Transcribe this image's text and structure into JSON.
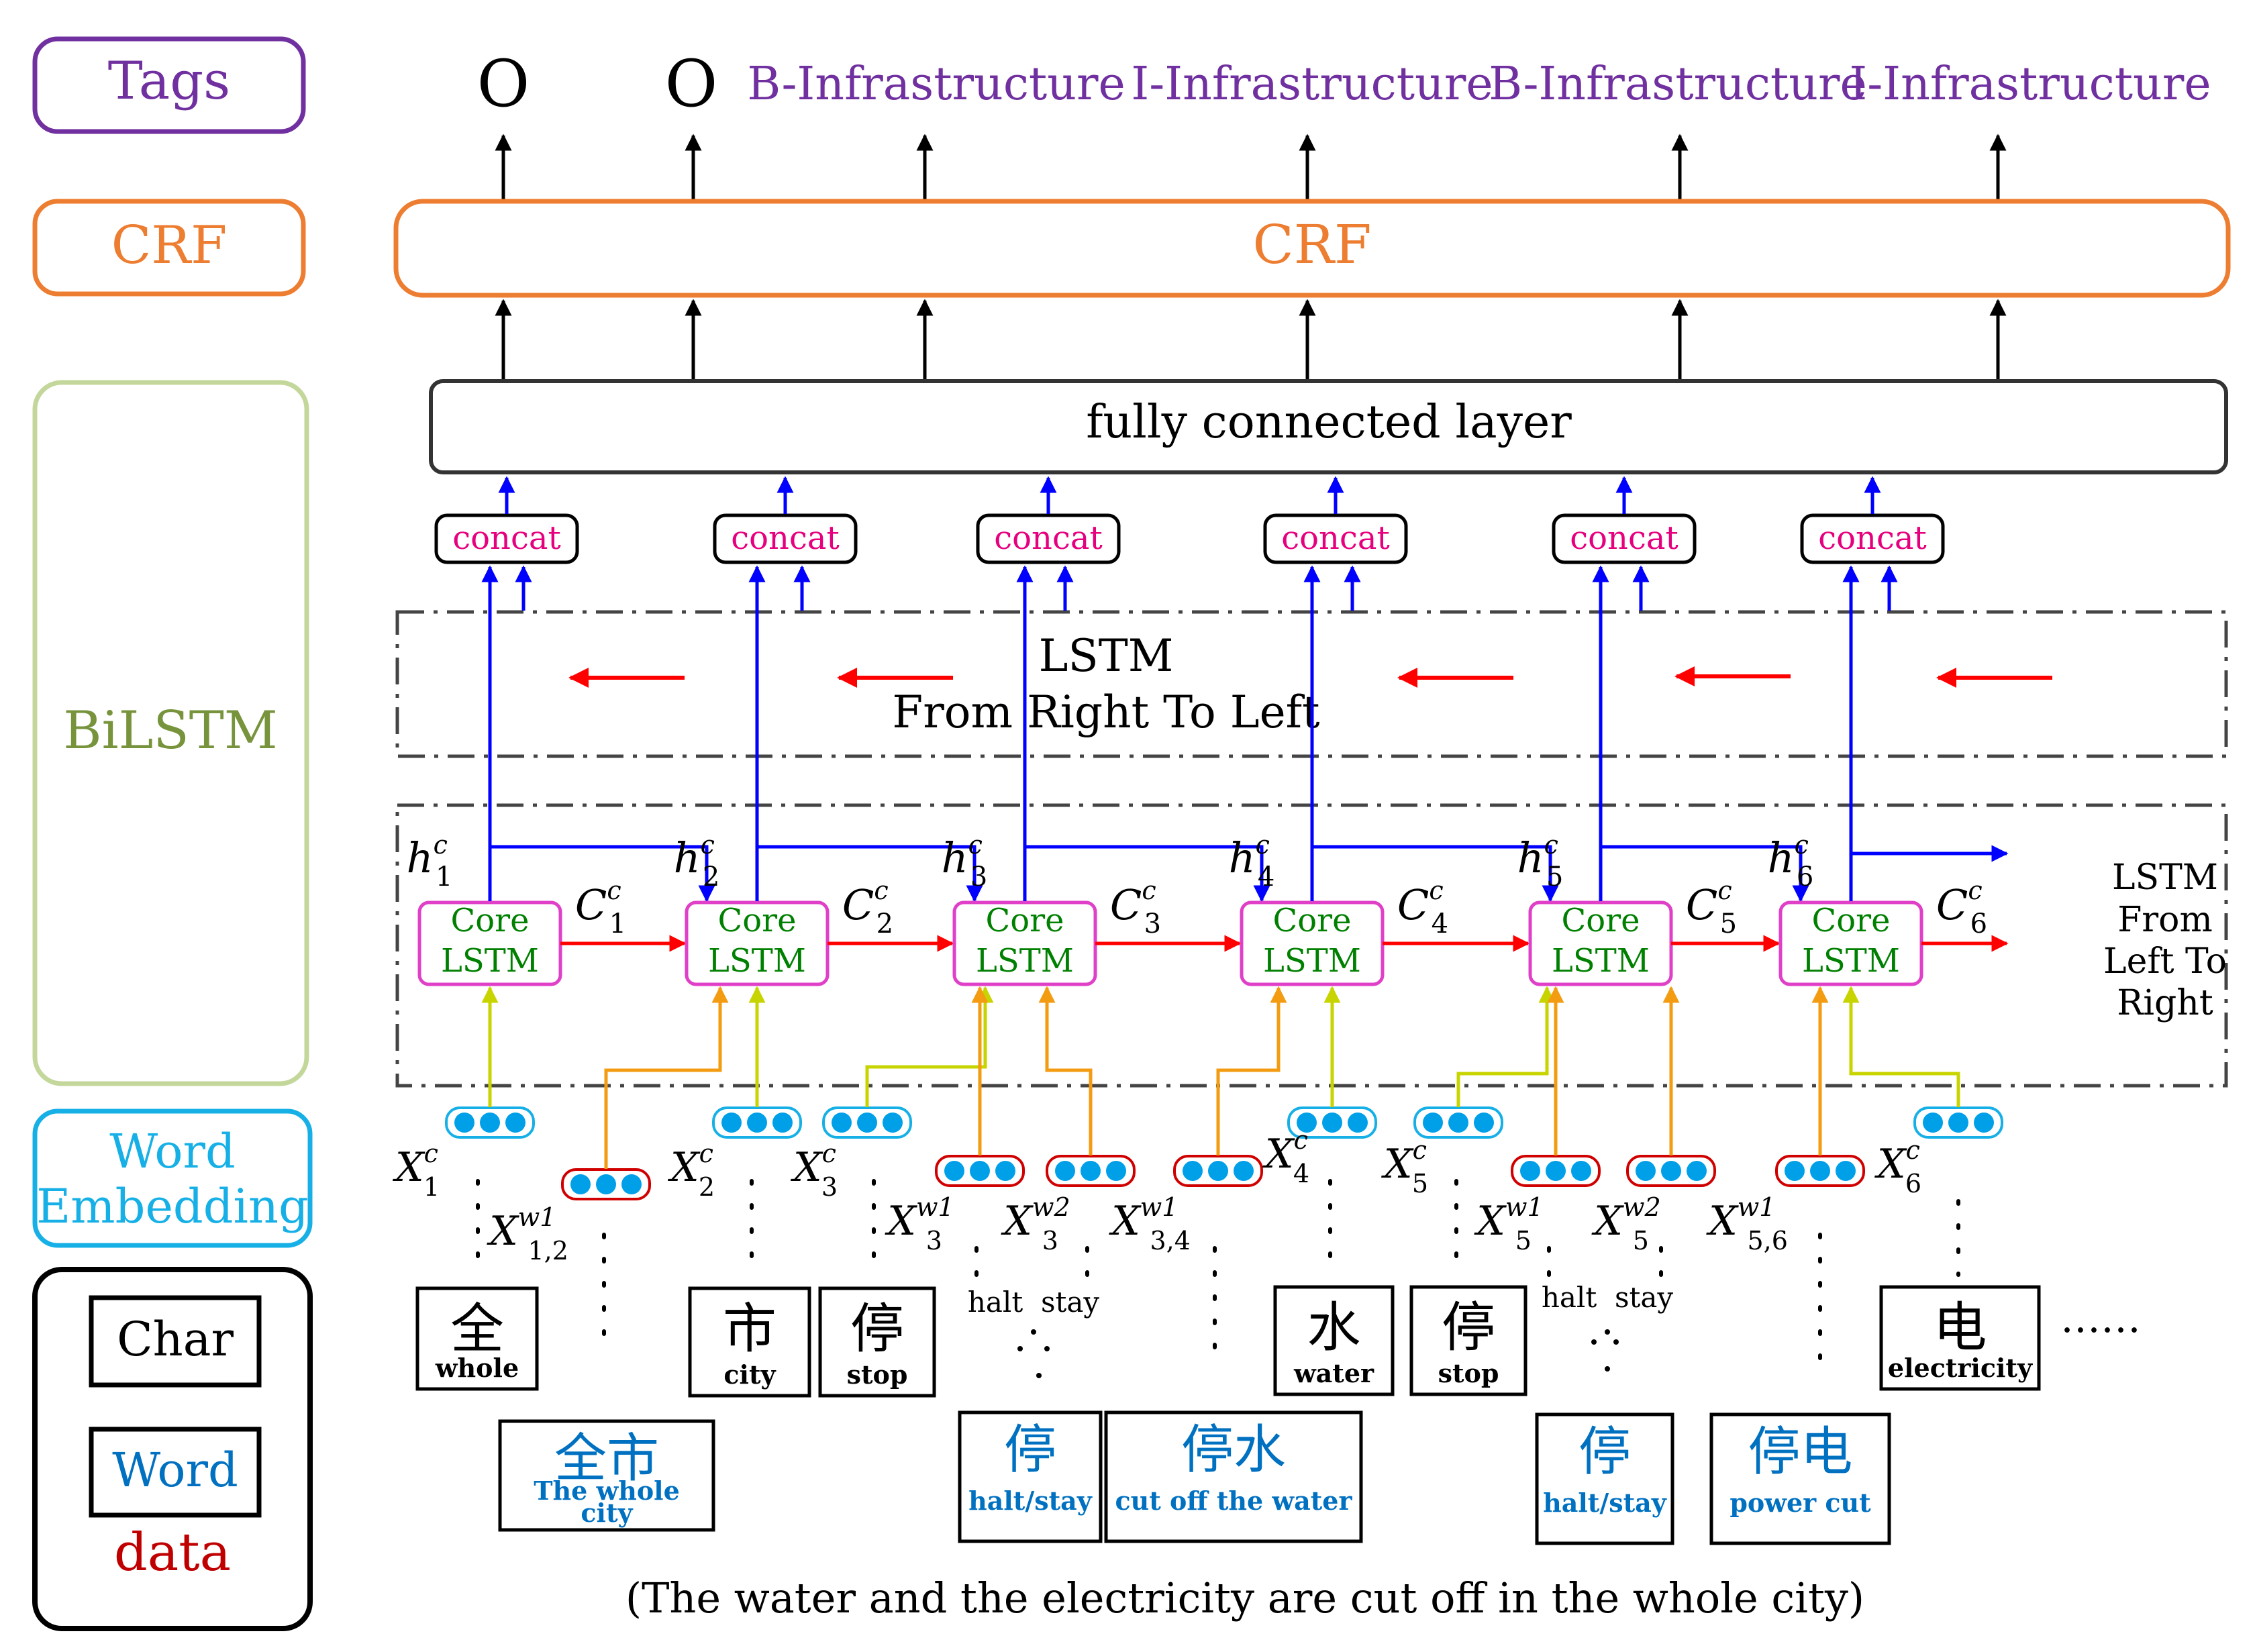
{
  "legend": {
    "tags": "Tags",
    "crf": "CRF",
    "bilstm": "BiLSTM",
    "embedding_line1": "Word",
    "embedding_line2": "Embedding",
    "char": "Char",
    "word": "Word",
    "data": "data"
  },
  "tags": [
    "O",
    "O",
    "B-Infrastructure",
    "I-Infrastructure",
    "B-Infrastructure",
    "I-Infrastructure"
  ],
  "crf_label": "CRF",
  "fc_label": "fully connected layer",
  "concat_label": "concat",
  "rtl": {
    "line1": "LSTM",
    "line2": "From Right To Left"
  },
  "ltr": {
    "line1": "LSTM",
    "line2": "From",
    "line3": "Left To",
    "line4": "Right"
  },
  "core": {
    "line1": "Core",
    "line2": "LSTM"
  },
  "cells": [
    {
      "h": "h",
      "sub": "1",
      "c": "C",
      "csub": "1"
    },
    {
      "h": "h",
      "sub": "2",
      "c": "C",
      "csub": "2"
    },
    {
      "h": "h",
      "sub": "3",
      "c": "C",
      "csub": "3"
    },
    {
      "h": "h",
      "sub": "4",
      "c": "C",
      "csub": "4"
    },
    {
      "h": "h",
      "sub": "5",
      "c": "C",
      "csub": "5"
    },
    {
      "h": "h",
      "sub": "6",
      "c": "C",
      "csub": "6"
    }
  ],
  "superscript_c": "c",
  "xlabels": [
    {
      "base": "X",
      "sup": "c",
      "sub": "1"
    },
    {
      "base": "X",
      "sup": "w1",
      "sub": "1,2"
    },
    {
      "base": "X",
      "sup": "c",
      "sub": "2"
    },
    {
      "base": "X",
      "sup": "c",
      "sub": "3"
    },
    {
      "base": "X",
      "sup": "w1",
      "sub": "3"
    },
    {
      "base": "X",
      "sup": "w2",
      "sub": "3"
    },
    {
      "base": "X",
      "sup": "w1",
      "sub": "3,4"
    },
    {
      "base": "X",
      "sup": "c",
      "sub": "4"
    },
    {
      "base": "X",
      "sup": "c",
      "sub": "5"
    },
    {
      "base": "X",
      "sup": "w1",
      "sub": "5"
    },
    {
      "base": "X",
      "sup": "w2",
      "sub": "5"
    },
    {
      "base": "X",
      "sup": "w1",
      "sub": "5,6"
    },
    {
      "base": "X",
      "sup": "c",
      "sub": "6"
    }
  ],
  "chars": [
    {
      "zh": "全",
      "en": "whole"
    },
    {
      "zh": "市",
      "en": "city"
    },
    {
      "zh": "停",
      "en": "stop"
    },
    {
      "zh": "水",
      "en": "water"
    },
    {
      "zh": "停",
      "en": "stop"
    },
    {
      "zh": "电",
      "en": "electricity"
    }
  ],
  "words": [
    {
      "zh": "全市",
      "en": "The whole",
      "en2": "city"
    },
    {
      "zh": "停",
      "en": "halt/stay"
    },
    {
      "zh": "停水",
      "en": "cut off the water"
    },
    {
      "zh": "停",
      "en": "halt/stay"
    },
    {
      "zh": "停电",
      "en": "power cut"
    }
  ],
  "halt_stay": [
    "halt  stay",
    "halt  stay"
  ],
  "ellipsis": "……",
  "caption": "(The water and the electricity are cut off in the whole city)",
  "colors": {
    "tags_purple": "#7030a0",
    "crf_orange": "#ed7d31",
    "bilstm_green": "#9bbb59",
    "bilstm_text": "#77933c",
    "embedding_cyan": "#17b0e6",
    "concat_pink": "#e6007e",
    "core_box": "#e040c8",
    "core_text": "#008000",
    "arrow_blue": "#0000ff",
    "arrow_red": "#ff0000",
    "arrow_yellow": "#c8d400",
    "arrow_orange": "#f39c12",
    "dot_blue": "#00a0e9",
    "word_blue": "#0070c0",
    "data_red": "#c00000"
  }
}
